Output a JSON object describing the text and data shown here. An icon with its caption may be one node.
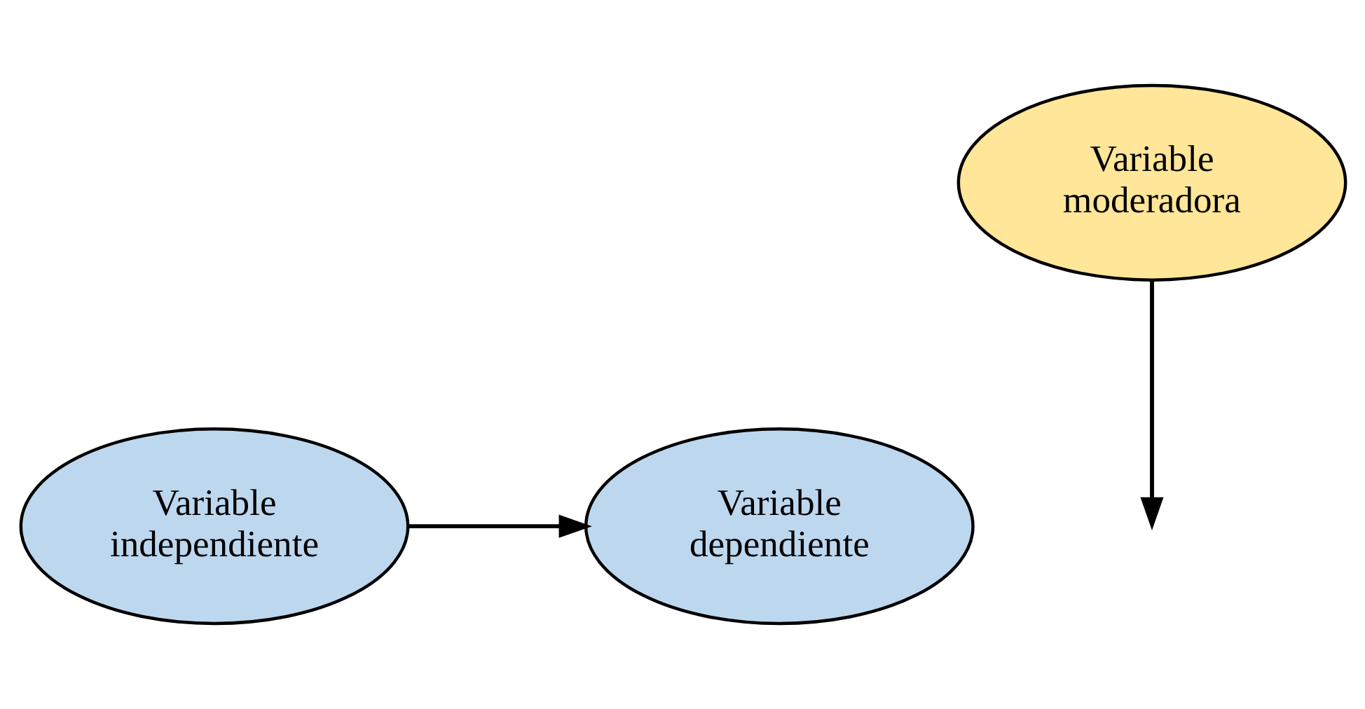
{
  "diagram": {
    "nodes": [
      {
        "text": [
          "Variable independiente"
        ]
      },
      {
        "text": [
          "Variable dependiente"
        ]
      },
      {
        "text": [
          "Variable moderadora"
        ]
      }
    ],
    "edges": [
      {
        "from": 0,
        "to": 1,
        "arrow": "to"
      },
      {
        "from": 2,
        "to": null,
        "arrow": "to"
      }
    ]
  }
}
